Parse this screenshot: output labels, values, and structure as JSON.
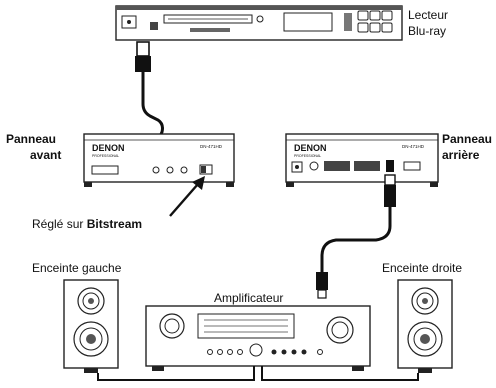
{
  "labels": {
    "bluray_line1": "Lecteur",
    "bluray_line2": "Blu-ray",
    "front_line1": "Panneau",
    "front_line2": "avant",
    "rear_line1": "Panneau",
    "rear_line2": "arrière",
    "bitstream_prefix": "Réglé sur ",
    "bitstream_value": "Bitstream",
    "left_speaker": "Enceinte gauche",
    "right_speaker": "Enceinte droite",
    "amplifier": "Amplificateur"
  },
  "devices": {
    "brand": "DENON",
    "brand_sub": "PROFESSIONAL",
    "model": "DN-471HD"
  }
}
